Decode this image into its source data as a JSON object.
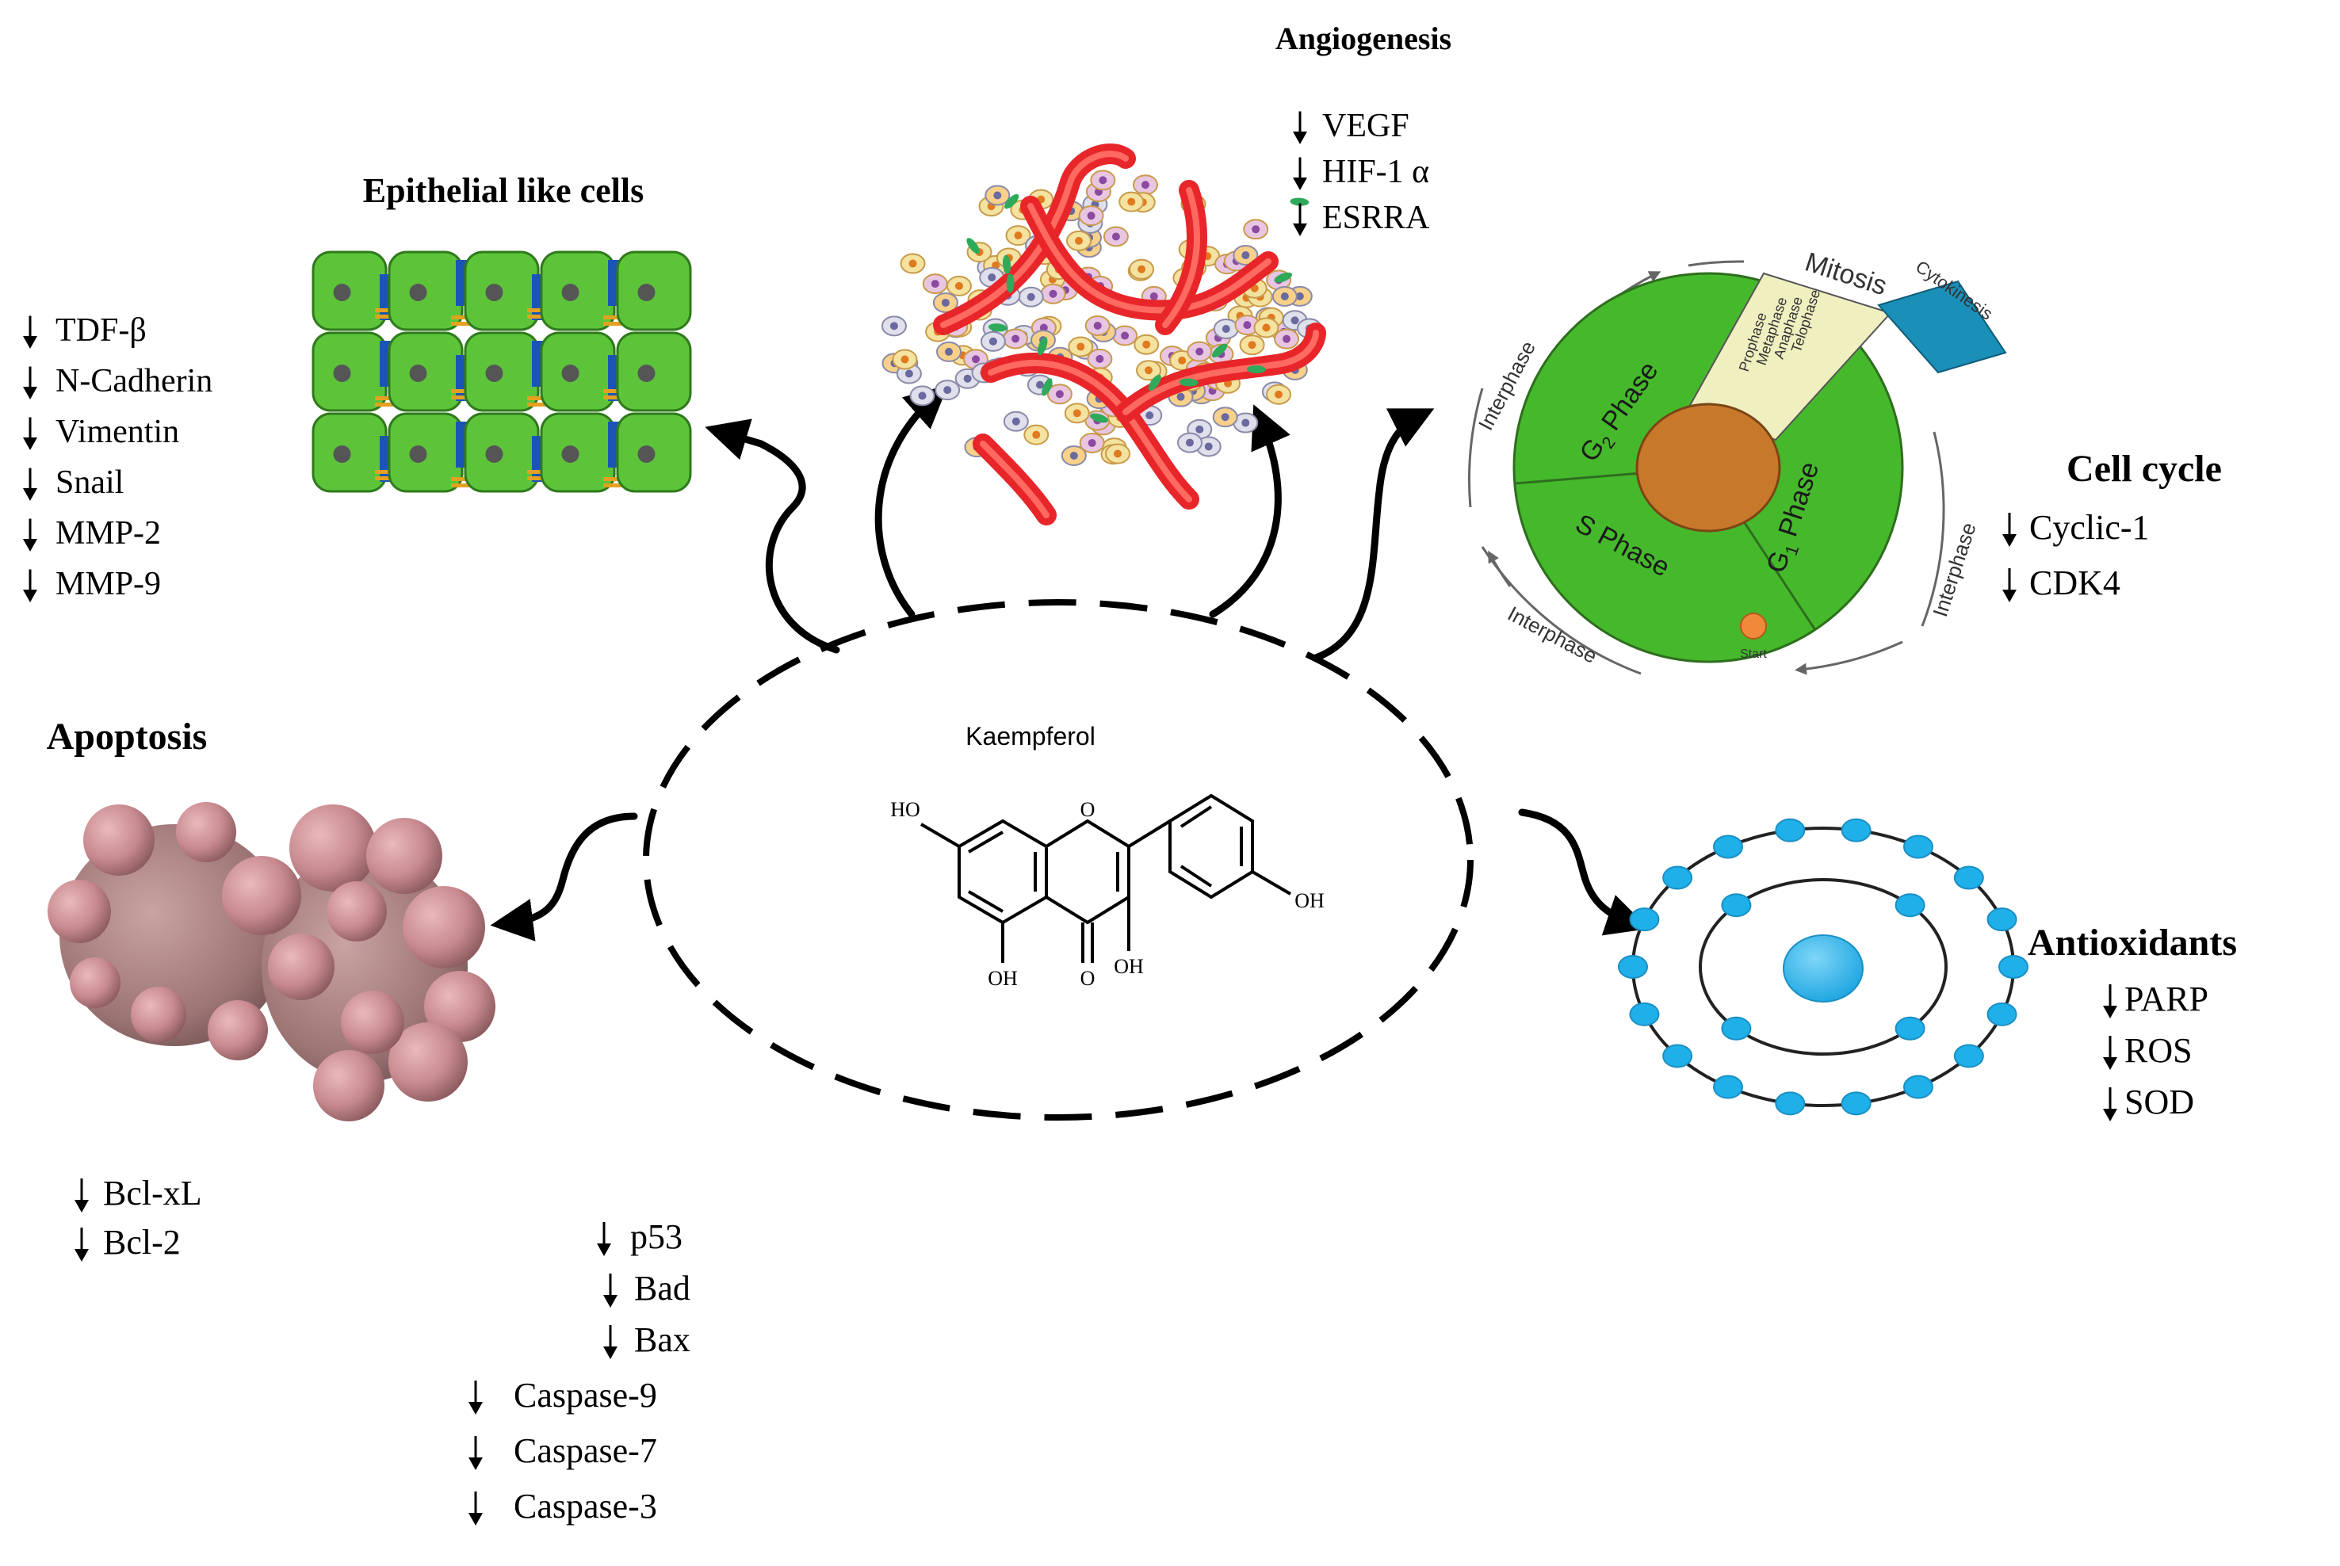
{
  "center": {
    "compound_name": "Kaempferol",
    "atoms": {
      "oh_top_left": "HO",
      "ring_o": "O",
      "oh_right": "OH",
      "oh_bottom_left": "OH",
      "carbonyl_o": "O",
      "oh_bottom_mid": "OH"
    }
  },
  "epithelial": {
    "title": "Epithelial like cells",
    "items": [
      "TDF-β",
      "N-Cadherin",
      "Vimentin",
      "Snail",
      "MMP-2",
      "MMP-9"
    ]
  },
  "angiogenesis": {
    "title": "Angiogenesis",
    "items": [
      "VEGF",
      "HIF-1 α",
      "ESRRA"
    ]
  },
  "cell_cycle": {
    "title": "Cell cycle",
    "items": [
      "Cyclic-1",
      "CDK4"
    ],
    "diagram": {
      "mitosis": "Mitosis",
      "cytokinesis": "Cytokinesis",
      "interphase": "Interphase",
      "g2": "G",
      "g2_sub": "2",
      "g2_phase": " Phase",
      "s_phase": "S Phase",
      "g1": "G",
      "g1_sub": "1",
      "g1_phase": " Phase",
      "start": "Start",
      "mitosis_phases": [
        "Prophase",
        "Metaphase",
        "Anaphase",
        "Telophase"
      ]
    }
  },
  "apoptosis": {
    "title": "Apoptosis",
    "items_left": [
      "Bcl-xL",
      "Bcl-2"
    ],
    "items_right": [
      "p53",
      "Bad",
      "Bax",
      "Caspase-9",
      "Caspase-7",
      "Caspase-3"
    ]
  },
  "antioxidants": {
    "title": "Antioxidants",
    "items": [
      "PARP",
      "ROS",
      "SOD"
    ]
  },
  "colors": {
    "cell_green": "#5dc43a",
    "nucleus": "#555555",
    "junction_blue": "#1a55b5",
    "vessel_red": "#e8262a",
    "phase_green": "#46b82c",
    "core_brown": "#c8782a",
    "mitosis_cream": "#efefc0",
    "cytokinesis_teal": "#1a8fb8",
    "atom_blue": "#1fb0ea",
    "apoptosis_pink": "#c98a8e"
  }
}
